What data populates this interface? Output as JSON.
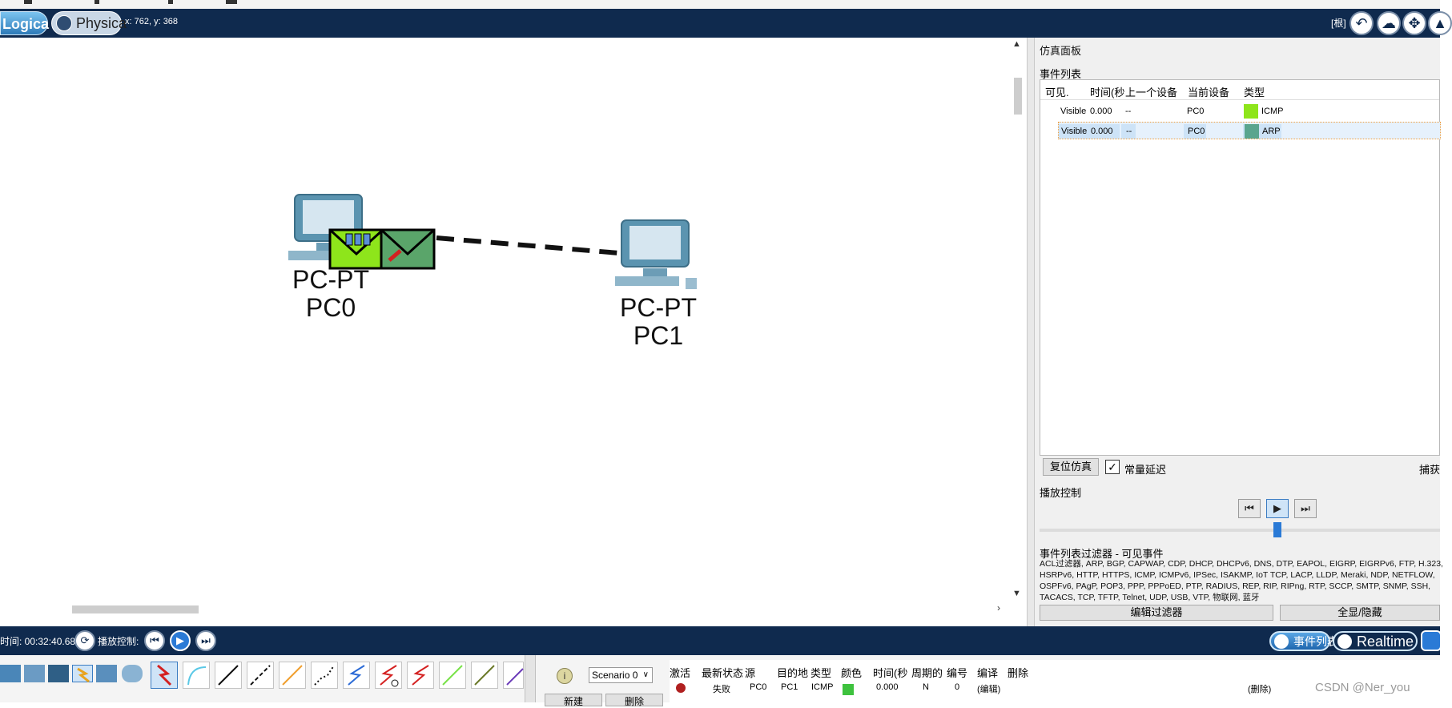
{
  "header": {
    "logical_tab": "Logica",
    "physical_tab": "Physica",
    "coords": "x: 762, y: 368",
    "root_label": "[根]",
    "buttons": [
      "back",
      "cloud",
      "move",
      "up"
    ]
  },
  "workspace": {
    "devices": [
      {
        "type_label": "PC-PT",
        "name": "PC0"
      },
      {
        "type_label": "PC-PT",
        "name": "PC1"
      }
    ]
  },
  "sim_panel": {
    "title": "仿真面板",
    "event_list_label": "事件列表",
    "columns": [
      "可见.",
      "时间(秒",
      "上一个设备",
      "当前设备",
      "类型"
    ],
    "events": [
      {
        "visible": "Visible",
        "time": "0.000",
        "last_device": "--",
        "at_device": "PC0",
        "type": "ICMP",
        "color": "#8ee51b"
      },
      {
        "visible": "Visible",
        "time": "0.000",
        "last_device": "--",
        "at_device": "PC0",
        "type": "ARP",
        "color": "#5aa58e"
      }
    ],
    "reset_button": "复位仿真",
    "constant_delay_label": "常量延迟",
    "constant_delay_checked": true,
    "capture_label": "捕获",
    "play_controls_label": "播放控制",
    "filter_title": "事件列表过滤器 - 可见事件",
    "filter_lines": [
      "ACL过滤器, ARP, BGP, CAPWAP, CDP, DHCP, DHCPv6, DNS, DTP, EAPOL, EIGRP, EIGRPv6, FTP, H.323,",
      "HSRPv6, HTTP, HTTPS, ICMP, ICMPv6, IPSec, ISAKMP, IoT TCP, LACP, LLDP, Meraki, NDP, NETFLOW,",
      "OSPFv6, PAgP, POP3, PPP, PPPoED, PTP, RADIUS, REP, RIP, RIPng, RTP, SCCP, SMTP, SNMP, SSH,",
      "TACACS, TCP, TFTP, Telnet, UDP, USB, VTP, 物联网, 蓝牙"
    ],
    "edit_filter_button": "编辑过滤器",
    "show_hide_button": "全显/隐藏"
  },
  "bottom_bar": {
    "time": "时间: 00:32:40.681",
    "play_control_label": "播放控制:",
    "event_list_button": "事件列表",
    "realtime_button": "Realtime"
  },
  "scenario": {
    "selected": "Scenario 0",
    "new_button": "新建",
    "delete_button": "删除"
  },
  "pdu_table": {
    "columns": [
      "激活",
      "最新状态",
      "源",
      "目的地",
      "类型",
      "颜色",
      "时间(秒",
      "周期的",
      "编号",
      "编译",
      "删除"
    ],
    "rows": [
      {
        "status": "失败",
        "source": "PC0",
        "destination": "PC1",
        "type": "ICMP",
        "color": "#3ec23e",
        "time": "0.000",
        "periodic": "N",
        "num": "0",
        "edit": "(编辑)",
        "delete": "(删除)"
      }
    ]
  },
  "watermark": "CSDN @Ner_you"
}
